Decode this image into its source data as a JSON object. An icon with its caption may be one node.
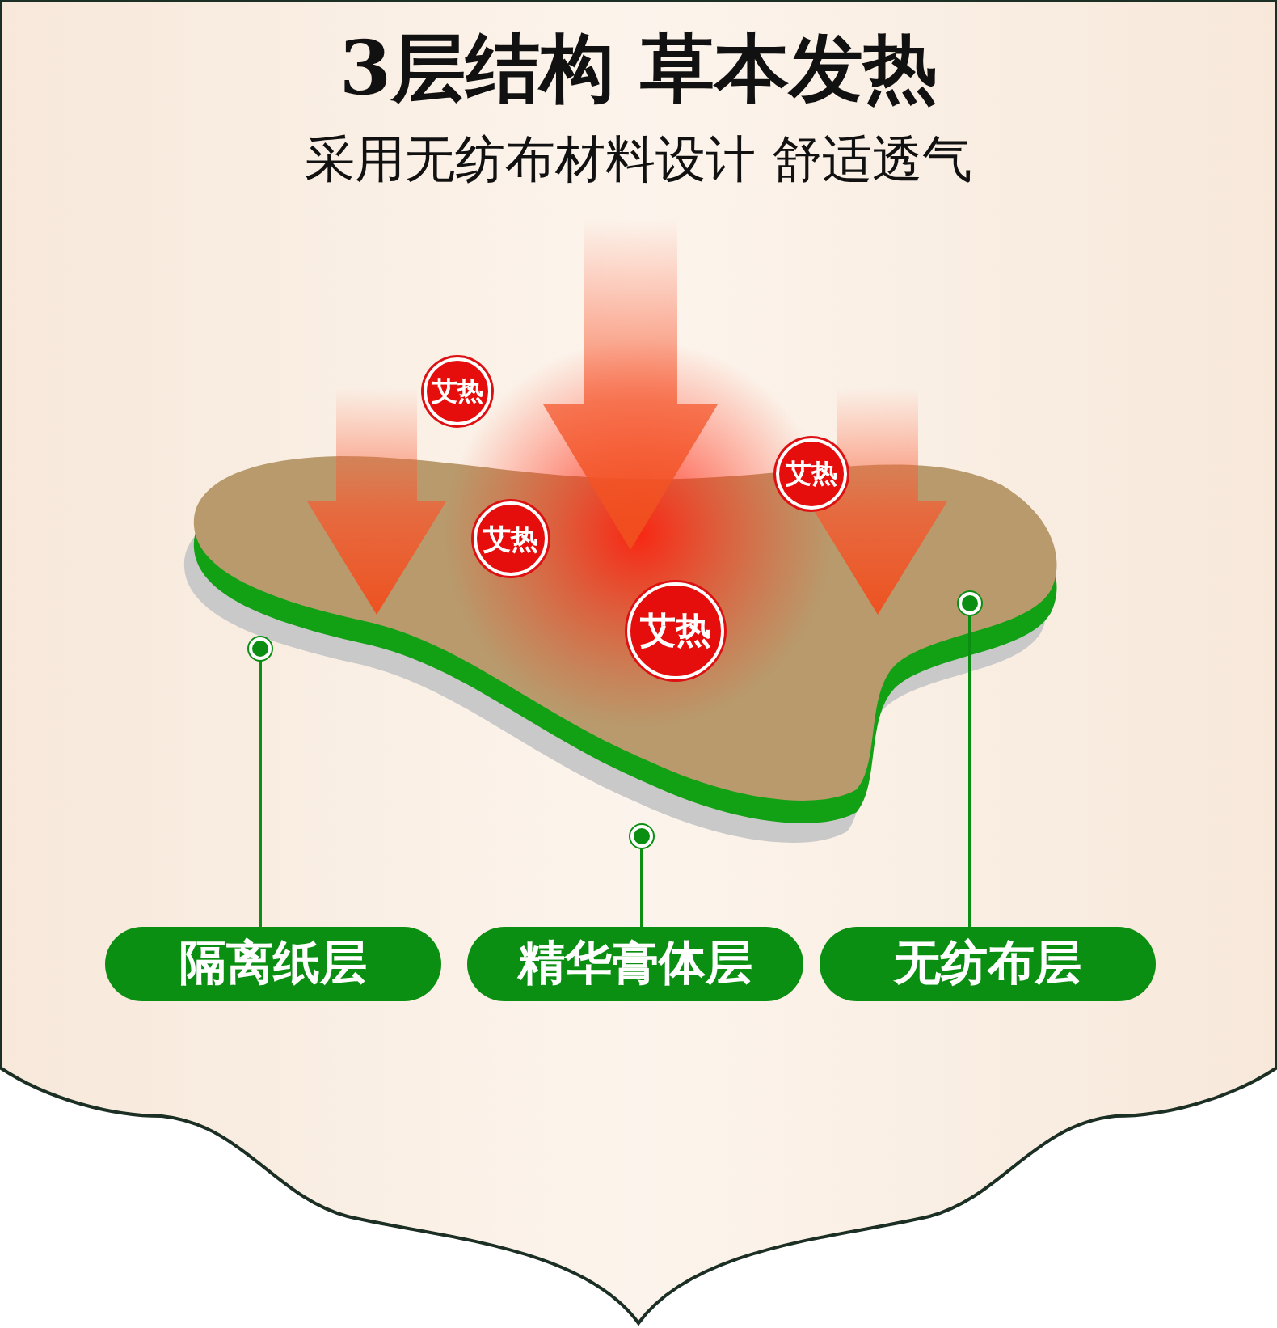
{
  "diagram": {
    "title": "3层结构 草本发热",
    "nodes": [
      {
        "text": [
          "艾热"
        ]
      },
      {
        "text": [
          "艾热"
        ]
      },
      {
        "text": [
          "艾热"
        ]
      },
      {
        "text": [
          "艾热"
        ]
      },
      {
        "text": [
          "隔离纸层"
        ]
      },
      {
        "text": [
          "精华膏体层"
        ]
      },
      {
        "text": [
          "无纺布层"
        ]
      },
      {
        "text": [],
        "shape": "circle"
      },
      {
        "text": [],
        "shape": "circle"
      },
      {
        "text": [],
        "shape": "circle"
      }
    ],
    "edges": [
      {
        "from": 4,
        "to": 7,
        "arrow": "none"
      },
      {
        "from": 5,
        "to": 8,
        "arrow": "none"
      },
      {
        "from": 6,
        "to": 9,
        "arrow": "none"
      }
    ],
    "labels": [
      "采用无纺布材料设计 舒适透气"
    ]
  }
}
